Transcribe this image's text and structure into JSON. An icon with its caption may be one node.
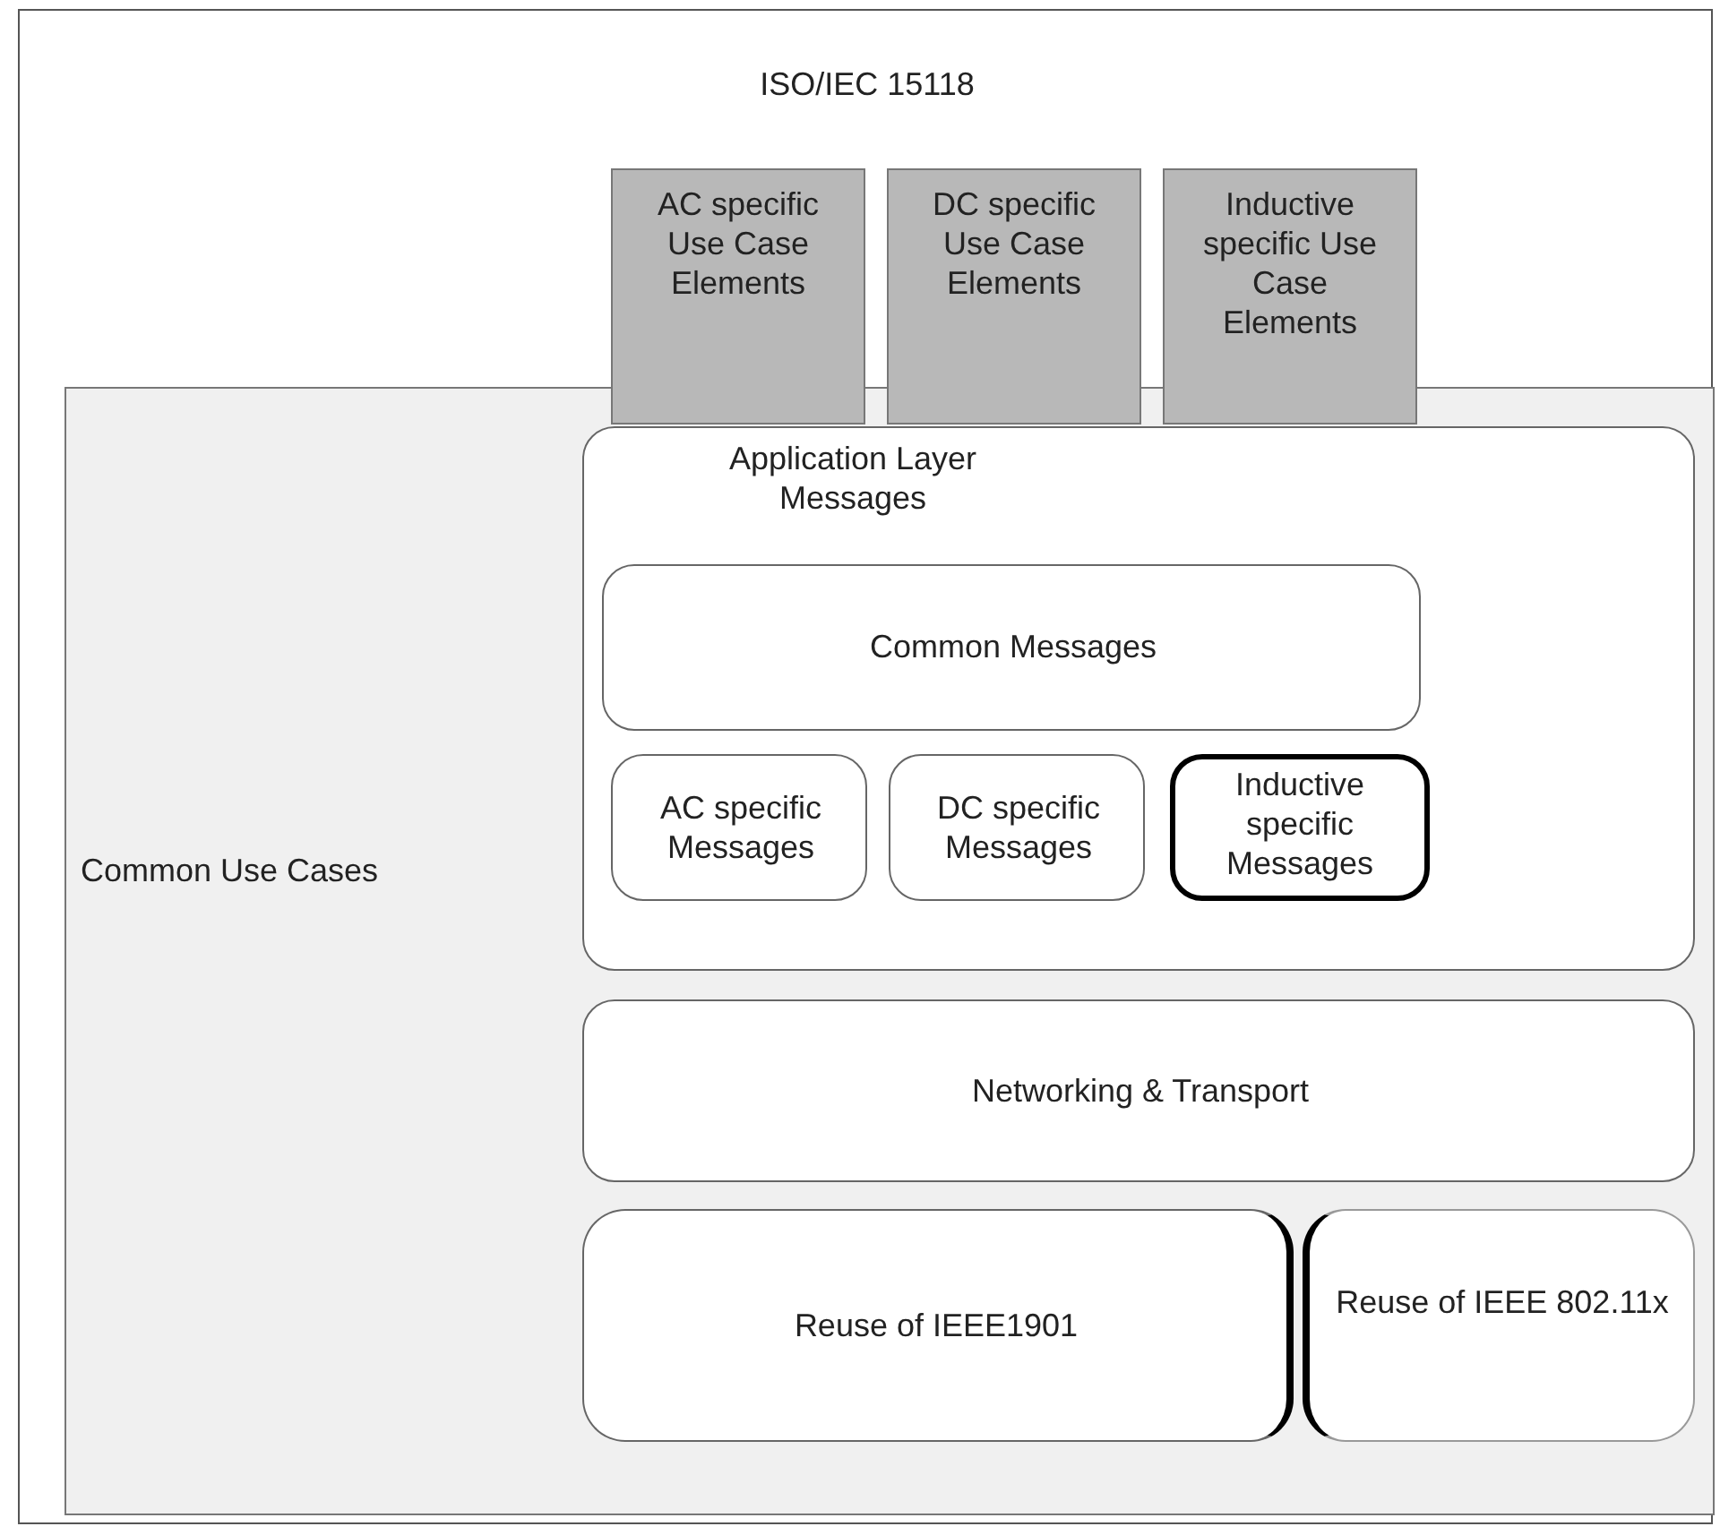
{
  "diagram": {
    "nodes": [
      {
        "text": [
          "ISO/IEC 15118"
        ]
      },
      {
        "text": [
          "AC specific Use Case Elements"
        ],
        "in": 0
      },
      {
        "text": [
          "DC specific Use Case Elements"
        ],
        "in": 0
      },
      {
        "text": [
          "Inductive specific Use Case Elements"
        ],
        "in": 0
      },
      {
        "text": [
          "Common Use Cases"
        ],
        "in": 0
      },
      {
        "text": [
          "Application Layer Messages"
        ],
        "in": 4
      },
      {
        "text": [
          "Common Messages"
        ],
        "in": 5
      },
      {
        "text": [
          "AC specific Messages"
        ],
        "in": 5
      },
      {
        "text": [
          "DC specific Messages"
        ],
        "in": 5
      },
      {
        "text": [
          "Inductive specific Messages"
        ],
        "in": 5
      },
      {
        "text": [
          "Networking & Transport"
        ],
        "in": 4
      },
      {
        "text": [
          "Reuse of IEEE1901"
        ],
        "in": 4
      },
      {
        "text": [
          "Reuse of IEEE 802.11x"
        ],
        "in": 4
      }
    ]
  }
}
